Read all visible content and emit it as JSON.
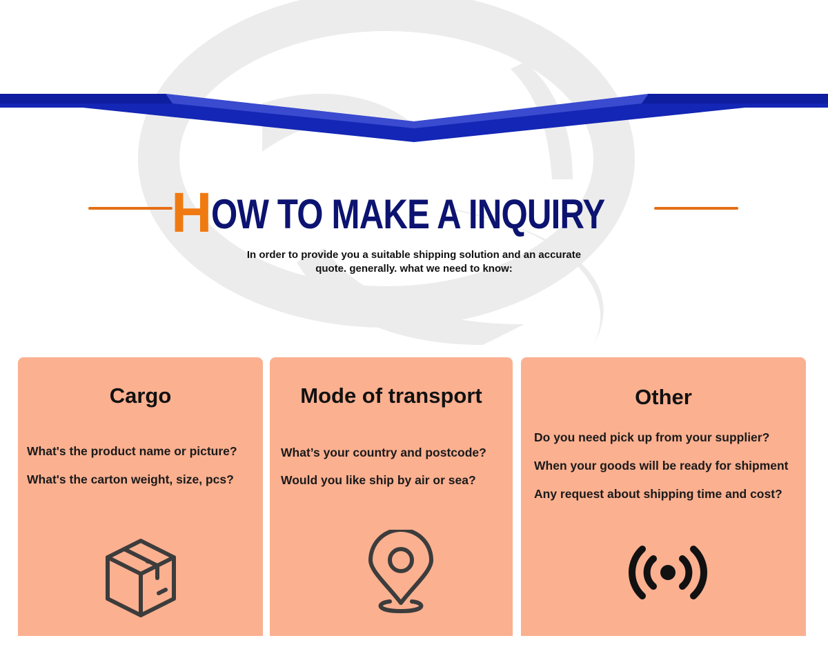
{
  "title": {
    "first_letter": "H",
    "rest": "OW TO MAKE A INQUIRY"
  },
  "subtitle": {
    "line1": "In order to provide you a suitable shipping solution and an accurate",
    "line2": "quote. generally. what we need to know:"
  },
  "colors": {
    "navy": "#0c1370",
    "orange": "#f07a12",
    "banner_blue": "#1326b5",
    "card": "#fbb090"
  },
  "cards": [
    {
      "title": "Cargo",
      "items": [
        "What's the product name or picture?",
        "What's the carton weight, size, pcs?"
      ],
      "icon": "package-box-icon"
    },
    {
      "title": "Mode of transport",
      "items": [
        "What’s your country and postcode?",
        "Would you like ship by air or sea?"
      ],
      "icon": "location-pin-icon"
    },
    {
      "title": "Other",
      "items": [
        "Do you need pick up from your supplier?",
        "When your goods will be ready for shipment",
        "Any request about shipping time and cost?"
      ],
      "icon": "broadcast-signal-icon"
    }
  ]
}
